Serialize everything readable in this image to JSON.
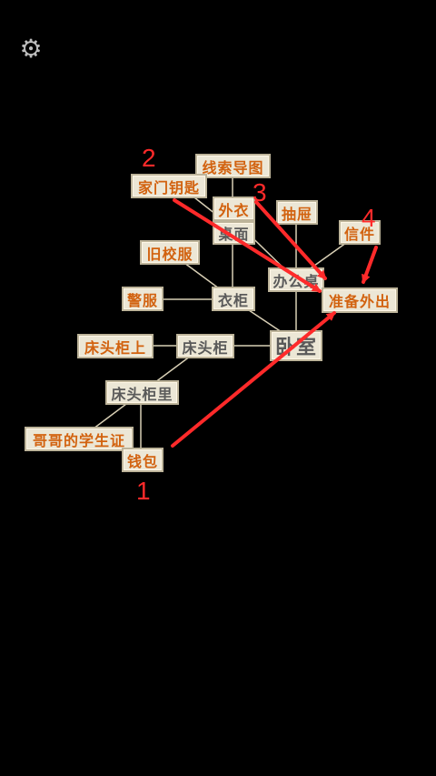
{
  "settings": {
    "icon": "gear-icon",
    "glyph": "⚙"
  },
  "nodes": {
    "clue_guide": "线索导图",
    "home_key": "家门钥匙",
    "coat": "外衣",
    "desk_top": "桌面",
    "drawer": "抽屉",
    "letter": "信件",
    "old_uniform": "旧校服",
    "office_desk": "办公桌",
    "police_uniform": "警服",
    "wardrobe": "衣柜",
    "ready_to_go": "准备外出",
    "nightstand_top": "床头柜上",
    "nightstand": "床头柜",
    "bedroom": "卧室",
    "nightstand_inside": "床头柜里",
    "brother_student_id": "哥哥的学生证",
    "wallet": "钱包"
  },
  "step_labels": [
    "1",
    "2",
    "3",
    "4"
  ],
  "colors": {
    "found_text": "#d2620f",
    "unfound_text": "#5a5a5a",
    "connector": "#d8cfb5",
    "arrow": "#ff2a2a"
  }
}
